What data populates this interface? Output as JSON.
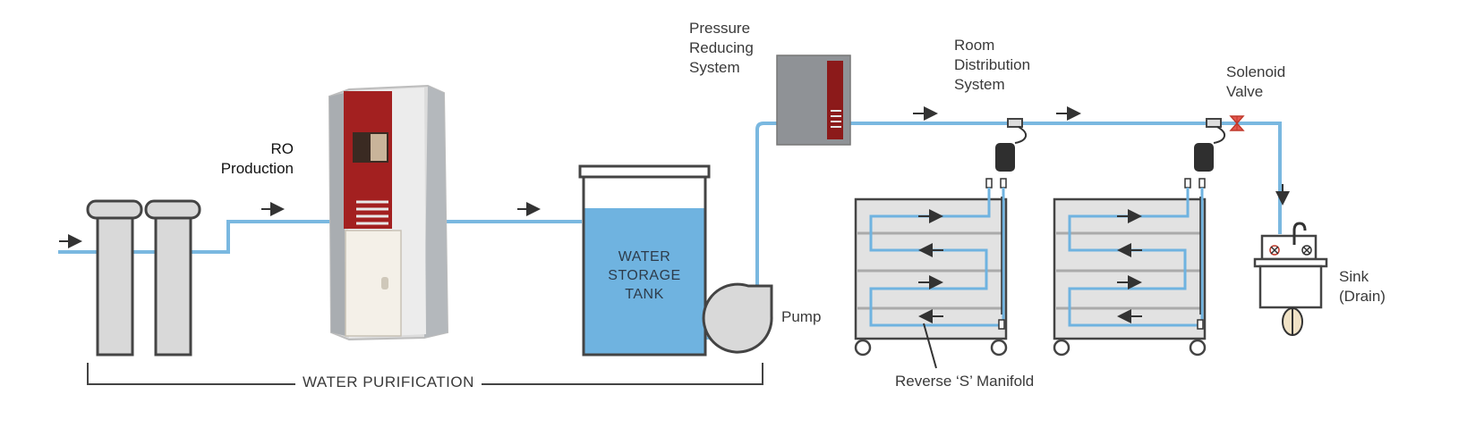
{
  "labels": {
    "ro_line1": "RO",
    "ro_line2": "Production",
    "tank_line1": "WATER",
    "tank_line2": "STORAGE",
    "tank_line3": "TANK",
    "pump": "Pump",
    "prs_line1": "Pressure",
    "prs_line2": "Reducing",
    "prs_line3": "System",
    "rds_line1": "Room",
    "rds_line2": "Distribution",
    "rds_line3": "System",
    "sol_line1": "Solenoid",
    "sol_line2": "Valve",
    "sink_line1": "Sink",
    "sink_line2": "(Drain)",
    "manifold": "Reverse ‘S’ Manifold",
    "purification": "WATER PURIFICATION"
  },
  "colors": {
    "pipe": "#7ab8e0",
    "water": "#6fb3e0",
    "outline": "#444444",
    "accent": "#a32020",
    "panel": "#d9d9d9"
  }
}
